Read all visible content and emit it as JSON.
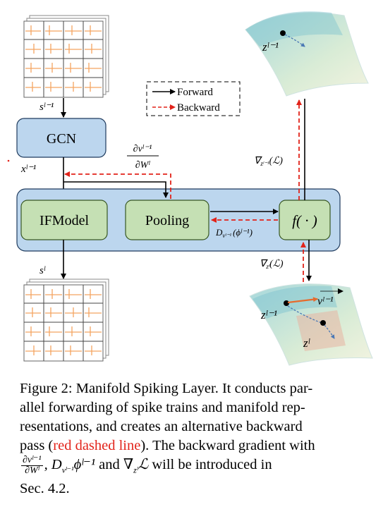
{
  "figure": {
    "gcn_label": "GCN",
    "ifmodel_label": "IFModel",
    "pooling_label": "Pooling",
    "f_label": "f( · )",
    "legend": {
      "forward": "Forward",
      "backward": "Backward"
    },
    "s_prev_label": "sˡ⁻¹",
    "x_prev_label": "xˡ⁻¹",
    "s_l_label": "sˡ",
    "dv_num": "∂vˡ⁻¹",
    "dv_den": "∂Wˡ",
    "grad_prev": "∇",
    "grad_prev_sub": "zˡ⁻¹",
    "grad_prev_rest": "(ℒ)",
    "grad_l": "∇",
    "grad_l_sub": "zˡ",
    "grad_l_rest": "(ℒ)",
    "d_phi": "D",
    "d_phi_sub": "vˡ⁻¹",
    "d_phi_rest": "(ϕˡ⁻¹)",
    "z_prev_top": "zˡ⁻¹",
    "z_prev_bottom": "zˡ⁻¹",
    "z_l": "zˡ",
    "v_vec": "vˡ⁻¹",
    "colors": {
      "gcn_fill": "#bcd6ee",
      "module_fill": "#bcd6ee",
      "green_fill": "#c5e0b4",
      "forward": "#000000",
      "backward": "#e2231a",
      "spike": "#f4a460"
    }
  },
  "caption": {
    "prefix": "Figure 2: Manifold Spiking Layer. It conducts par-",
    "line2": "allel forwarding of spike trains and manifold rep-",
    "line3": "resentations, and creates an alternative backward",
    "line4_a": "pass (",
    "line4_red": "red dashed line",
    "line4_b": "). The backward gradient with",
    "frac_num": "∂vˡ⁻¹",
    "frac_den": "∂Wˡ",
    "line5_mid": ", D",
    "line5_sub": "vˡ⁻¹",
    "line5_phi": "ϕˡ⁻¹",
    "line5_and": " and ∇",
    "line5_zsub": "zˡ",
    "line5_L": "ℒ",
    "line5_end": " will be introduced in",
    "line6": "Sec. 4.2."
  }
}
